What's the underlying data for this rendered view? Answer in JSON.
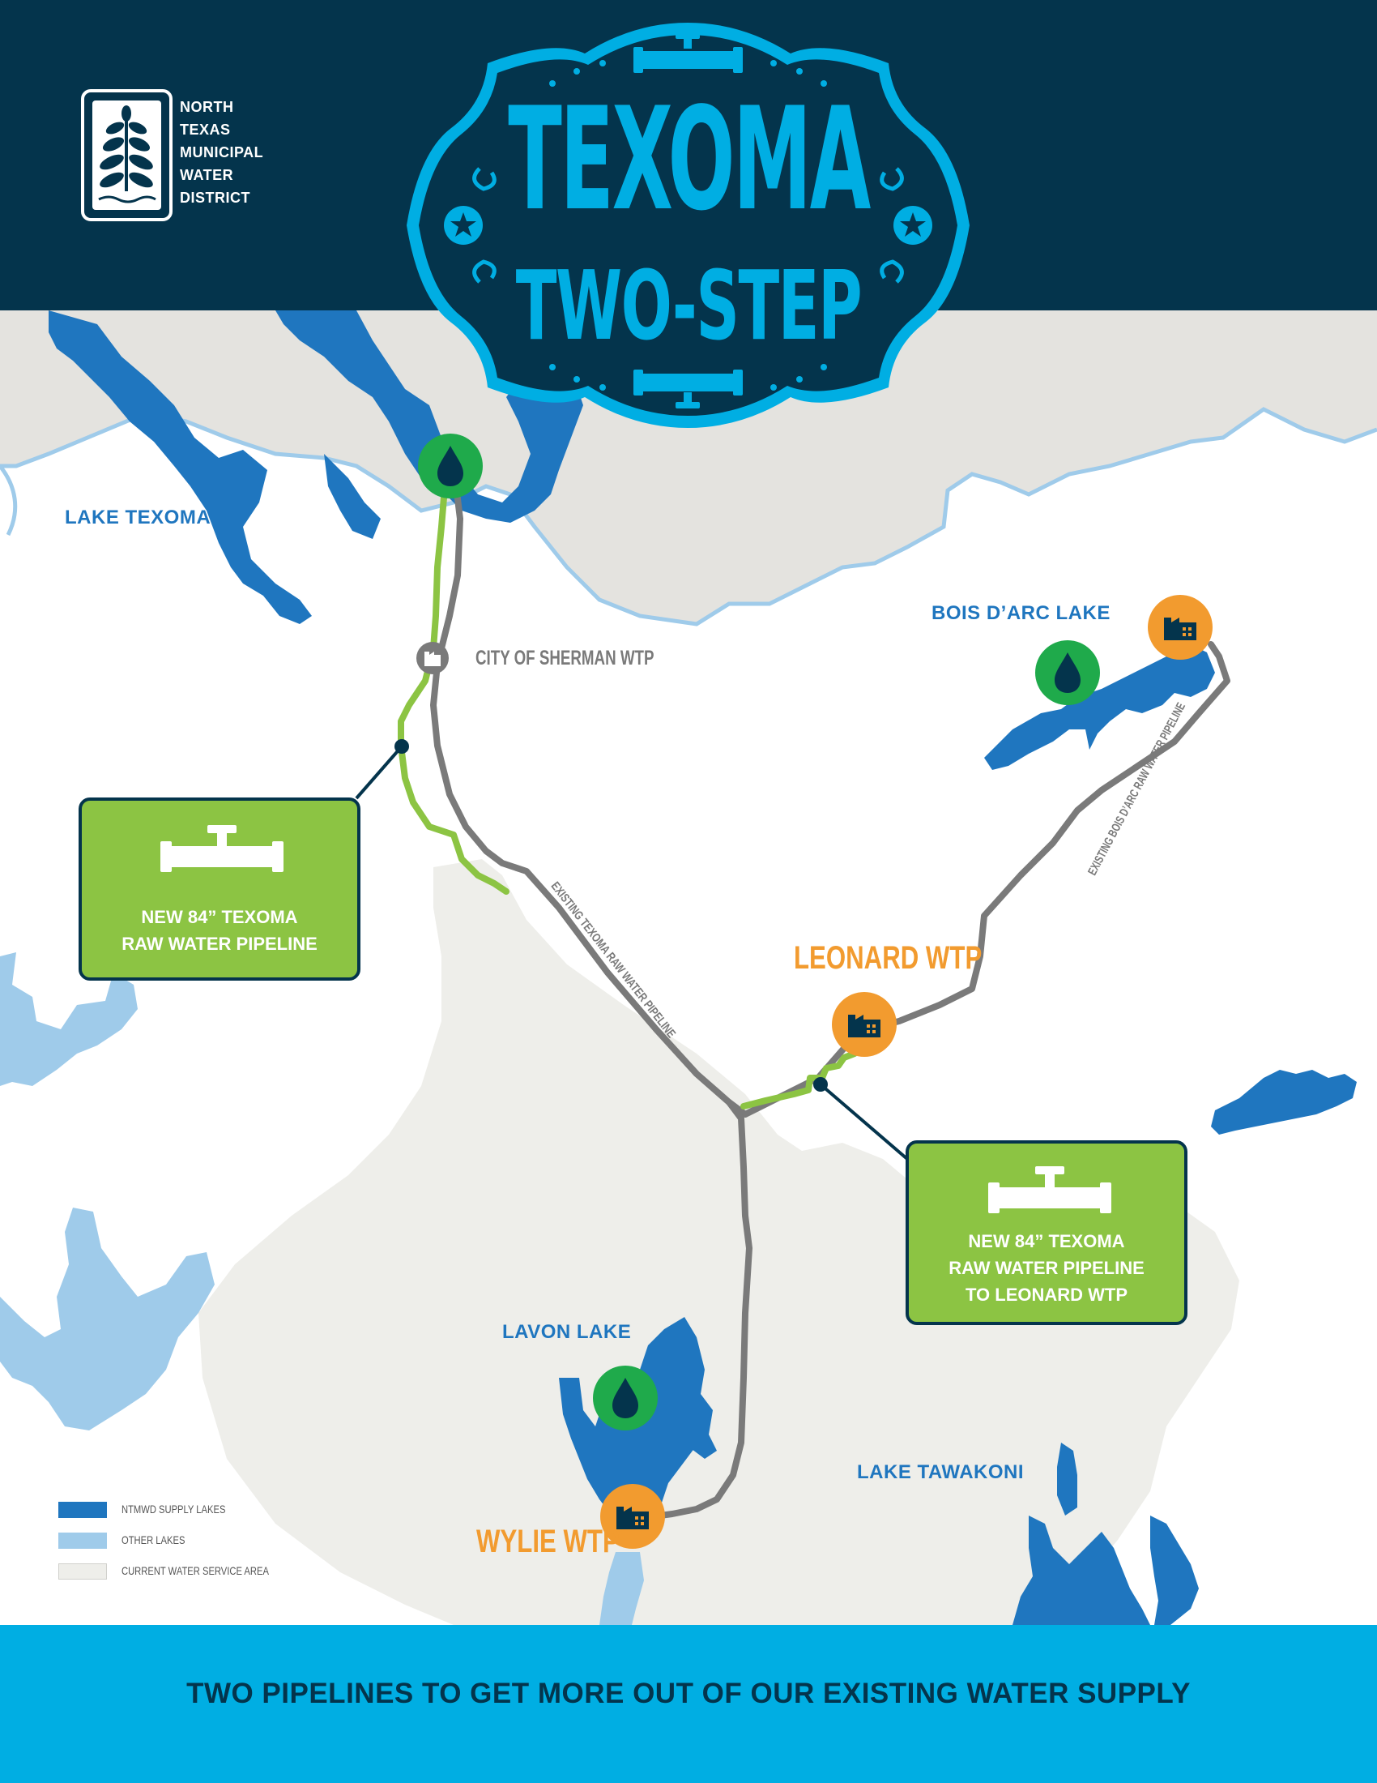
{
  "organization": {
    "name_lines": [
      "NORTH",
      "TEXAS",
      "MUNICIPAL",
      "WATER",
      "DISTRICT"
    ]
  },
  "title": {
    "line1": "TEXOMA",
    "line2": "TWO-STEP"
  },
  "lakes": {
    "texoma": "LAKE TEXOMA",
    "bois_darc": "BOIS D’ARC LAKE",
    "lavon": "LAVON LAKE",
    "tawakoni": "LAKE TAWAKONI"
  },
  "plants": {
    "sherman": "CITY OF SHERMAN WTP",
    "leonard": "LEONARD WTP",
    "wylie": "WYLIE WTP"
  },
  "pipelines": {
    "existing_texoma": "EXISTING TEXOMA RAW WATER PIPELINE",
    "existing_bois_darc": "EXISTING BOIS D’ARC RAW WATER PIPELINE"
  },
  "callouts": {
    "pipeline_one": [
      "NEW 84” TEXOMA",
      "RAW WATER PIPELINE"
    ],
    "pipeline_two": [
      "NEW 84” TEXOMA",
      "RAW WATER PIPELINE",
      "TO LEONARD WTP"
    ]
  },
  "legend": [
    {
      "label": "NTMWD SUPPLY LAKES",
      "color": "#1f76bf"
    },
    {
      "label": "OTHER LAKES",
      "color": "#9fcbea"
    },
    {
      "label": "CURRENT WATER SERVICE AREA",
      "color": "#eeeeea"
    }
  ],
  "footer": {
    "tagline": "TWO PIPELINES TO GET MORE OUT OF OUR EXISTING WATER SUPPLY"
  },
  "colors": {
    "navy": "#04344c",
    "accent_blue": "#00aee3",
    "supply_lake": "#1f76bf",
    "other_lake": "#9fcbea",
    "service_area": "#eeeeea",
    "upper_land": "#e4e3df",
    "new_pipeline": "#8cc443",
    "existing_pipeline": "#7a7a7a",
    "intake_marker": "#1faa4b",
    "wtp_marker": "#f29b2f"
  },
  "icons": {
    "intake": "water-drop-icon",
    "plant": "factory-icon",
    "pipe": "pipe-icon",
    "star": "star-icon"
  }
}
